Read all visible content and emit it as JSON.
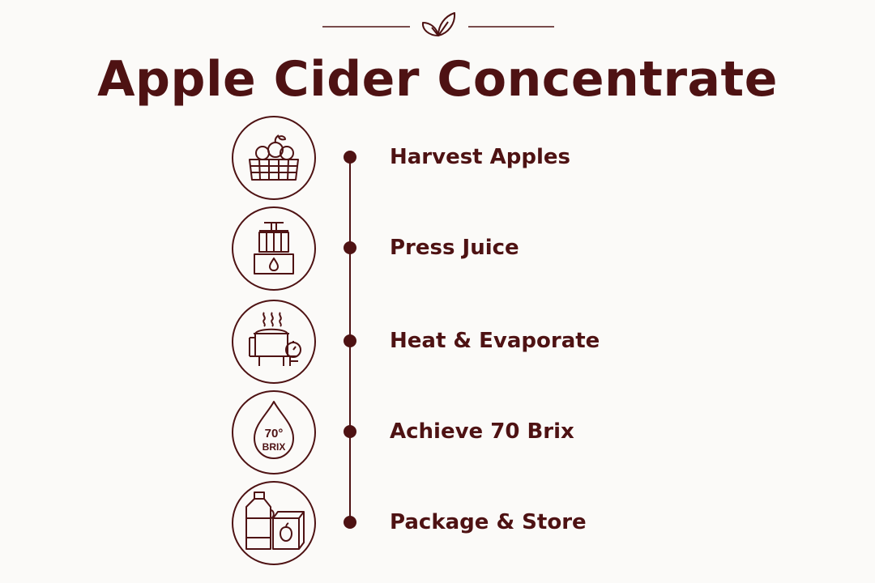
{
  "title": "Apple Cider Concentrate",
  "ornament_icon": "leaf-sprig-icon",
  "colors": {
    "primary": "#4e1213",
    "background": "#fbfaf8"
  },
  "steps": [
    {
      "label": "Harvest Apples",
      "icon": "apple-basket-icon"
    },
    {
      "label": "Press Juice",
      "icon": "juice-press-icon"
    },
    {
      "label": "Heat & Evaporate",
      "icon": "evaporator-pot-icon"
    },
    {
      "label": "Achieve 70 Brix",
      "icon": "brix-drop-icon",
      "icon_text_top": "70°",
      "icon_text_bottom": "BRIX"
    },
    {
      "label": "Package & Store",
      "icon": "jug-and-box-icon"
    }
  ]
}
